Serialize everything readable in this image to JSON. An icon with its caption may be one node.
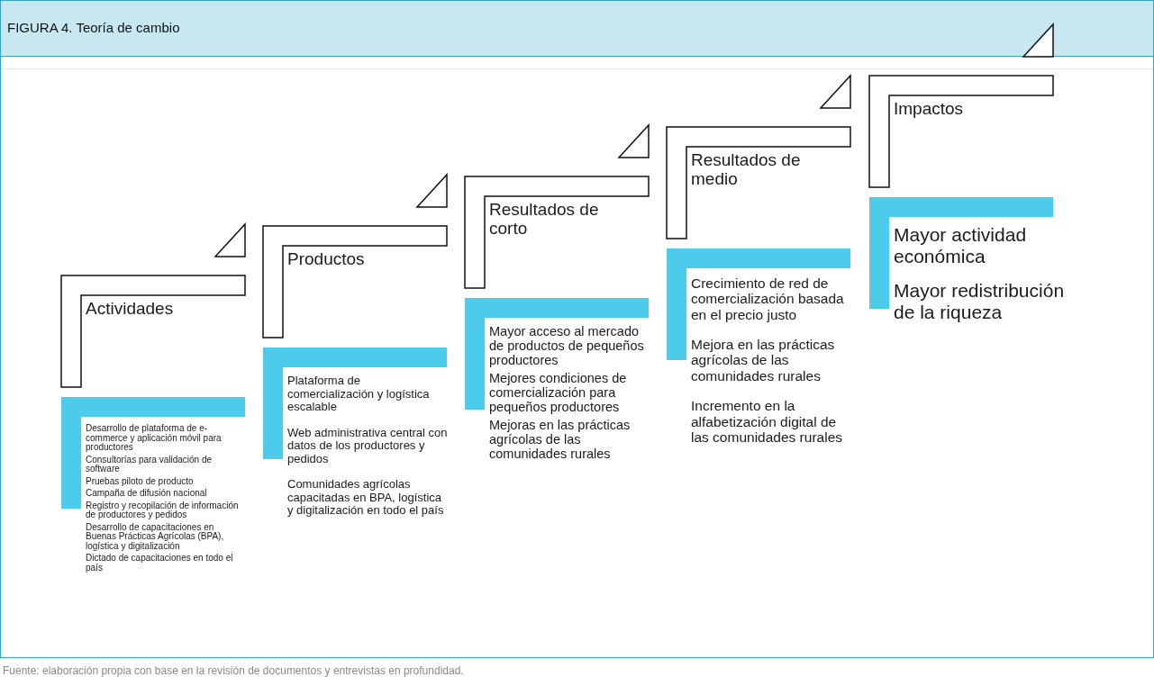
{
  "diagram": {
    "title": "FIGURA 4. Teoría de cambio",
    "caption": "Fuente: elaboración propia con base en la revisión de documentos y entrevistas en profundidad.",
    "nodes": [
      {
        "text": [
          "Actividades"
        ]
      },
      {
        "text": [
          "Desarrollo de plataforma de e-commerce y aplicación móvil para productores",
          "Consultorías para validación de software",
          "Pruebas piloto de producto",
          "Campaña de difusión nacional",
          "Registro y recopilación de información de productores y pedidos",
          "Desarrollo de capacitaciones en Buenas Prácticas Agrícolas (BPA), logística y digitalización",
          "Dictado de capacitaciones en todo el país"
        ]
      },
      {
        "text": [
          "Productos"
        ]
      },
      {
        "text": [
          "Plataforma de comercialización y logística escalable",
          "Web administrativa central con datos de los productores y pedidos",
          "Comunidades agrícolas capacitadas en BPA, logística y digitalización en todo el país"
        ]
      },
      {
        "text": [
          "Resultados de corto"
        ]
      },
      {
        "text": [
          "Mayor acceso al mercado de productos de pequeños productores",
          "Mejores condiciones de comercialización para pequeños productores",
          "Mejoras en las prácticas agrícolas de las comunidades rurales"
        ]
      },
      {
        "text": [
          "Resultados de medio"
        ]
      },
      {
        "text": [
          "Crecimiento de red de comercialización basada en el precio justo",
          "Mejora en las prácticas agrícolas de las comunidades rurales",
          "Incremento en la alfabetización digital de las comunidades rurales"
        ]
      },
      {
        "text": [
          "Impactos"
        ]
      },
      {
        "text": [
          "Mayor actividad económica",
          "Mayor redistribución de la riqueza"
        ]
      }
    ],
    "edges": []
  }
}
